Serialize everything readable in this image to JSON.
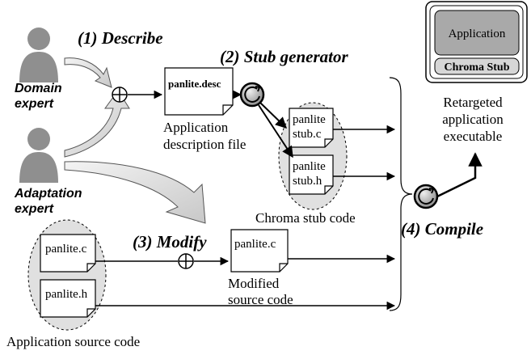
{
  "steps": {
    "describe": "(1) Describe",
    "stub_generator": "(2) Stub generator",
    "modify": "(3) Modify",
    "compile": "(4) Compile"
  },
  "actors": {
    "domain_expert_line1": "Domain",
    "domain_expert_line2": "expert",
    "adaptation_expert_line1": "Adaptation",
    "adaptation_expert_line2": "expert"
  },
  "files": {
    "panlite_desc": "panlite.desc",
    "stub_c_line1": "panlite",
    "stub_c_line2": "stub.c",
    "stub_h_line1": "panlite",
    "stub_h_line2": "stub.h",
    "panlite_c": "panlite.c",
    "panlite_h": "panlite.h",
    "modified_c": "panlite.c"
  },
  "captions": {
    "app_desc_line1": "Application",
    "app_desc_line2": "description file",
    "chroma_stub_code": "Chroma stub code",
    "modified_line1": "Modified",
    "modified_line2": "source code",
    "app_source_code": "Application source code",
    "retargeted_line1": "Retargeted",
    "retargeted_line2": "application",
    "retargeted_line3": "executable"
  },
  "executable": {
    "application_label": "Application",
    "chroma_stub_label": "Chroma Stub"
  },
  "colors": {
    "person": "#8f8f8f",
    "ellipse_fill": "#e0e0e0",
    "app_box": "#a9a9a9",
    "stub_box": "#d6d6d6"
  }
}
